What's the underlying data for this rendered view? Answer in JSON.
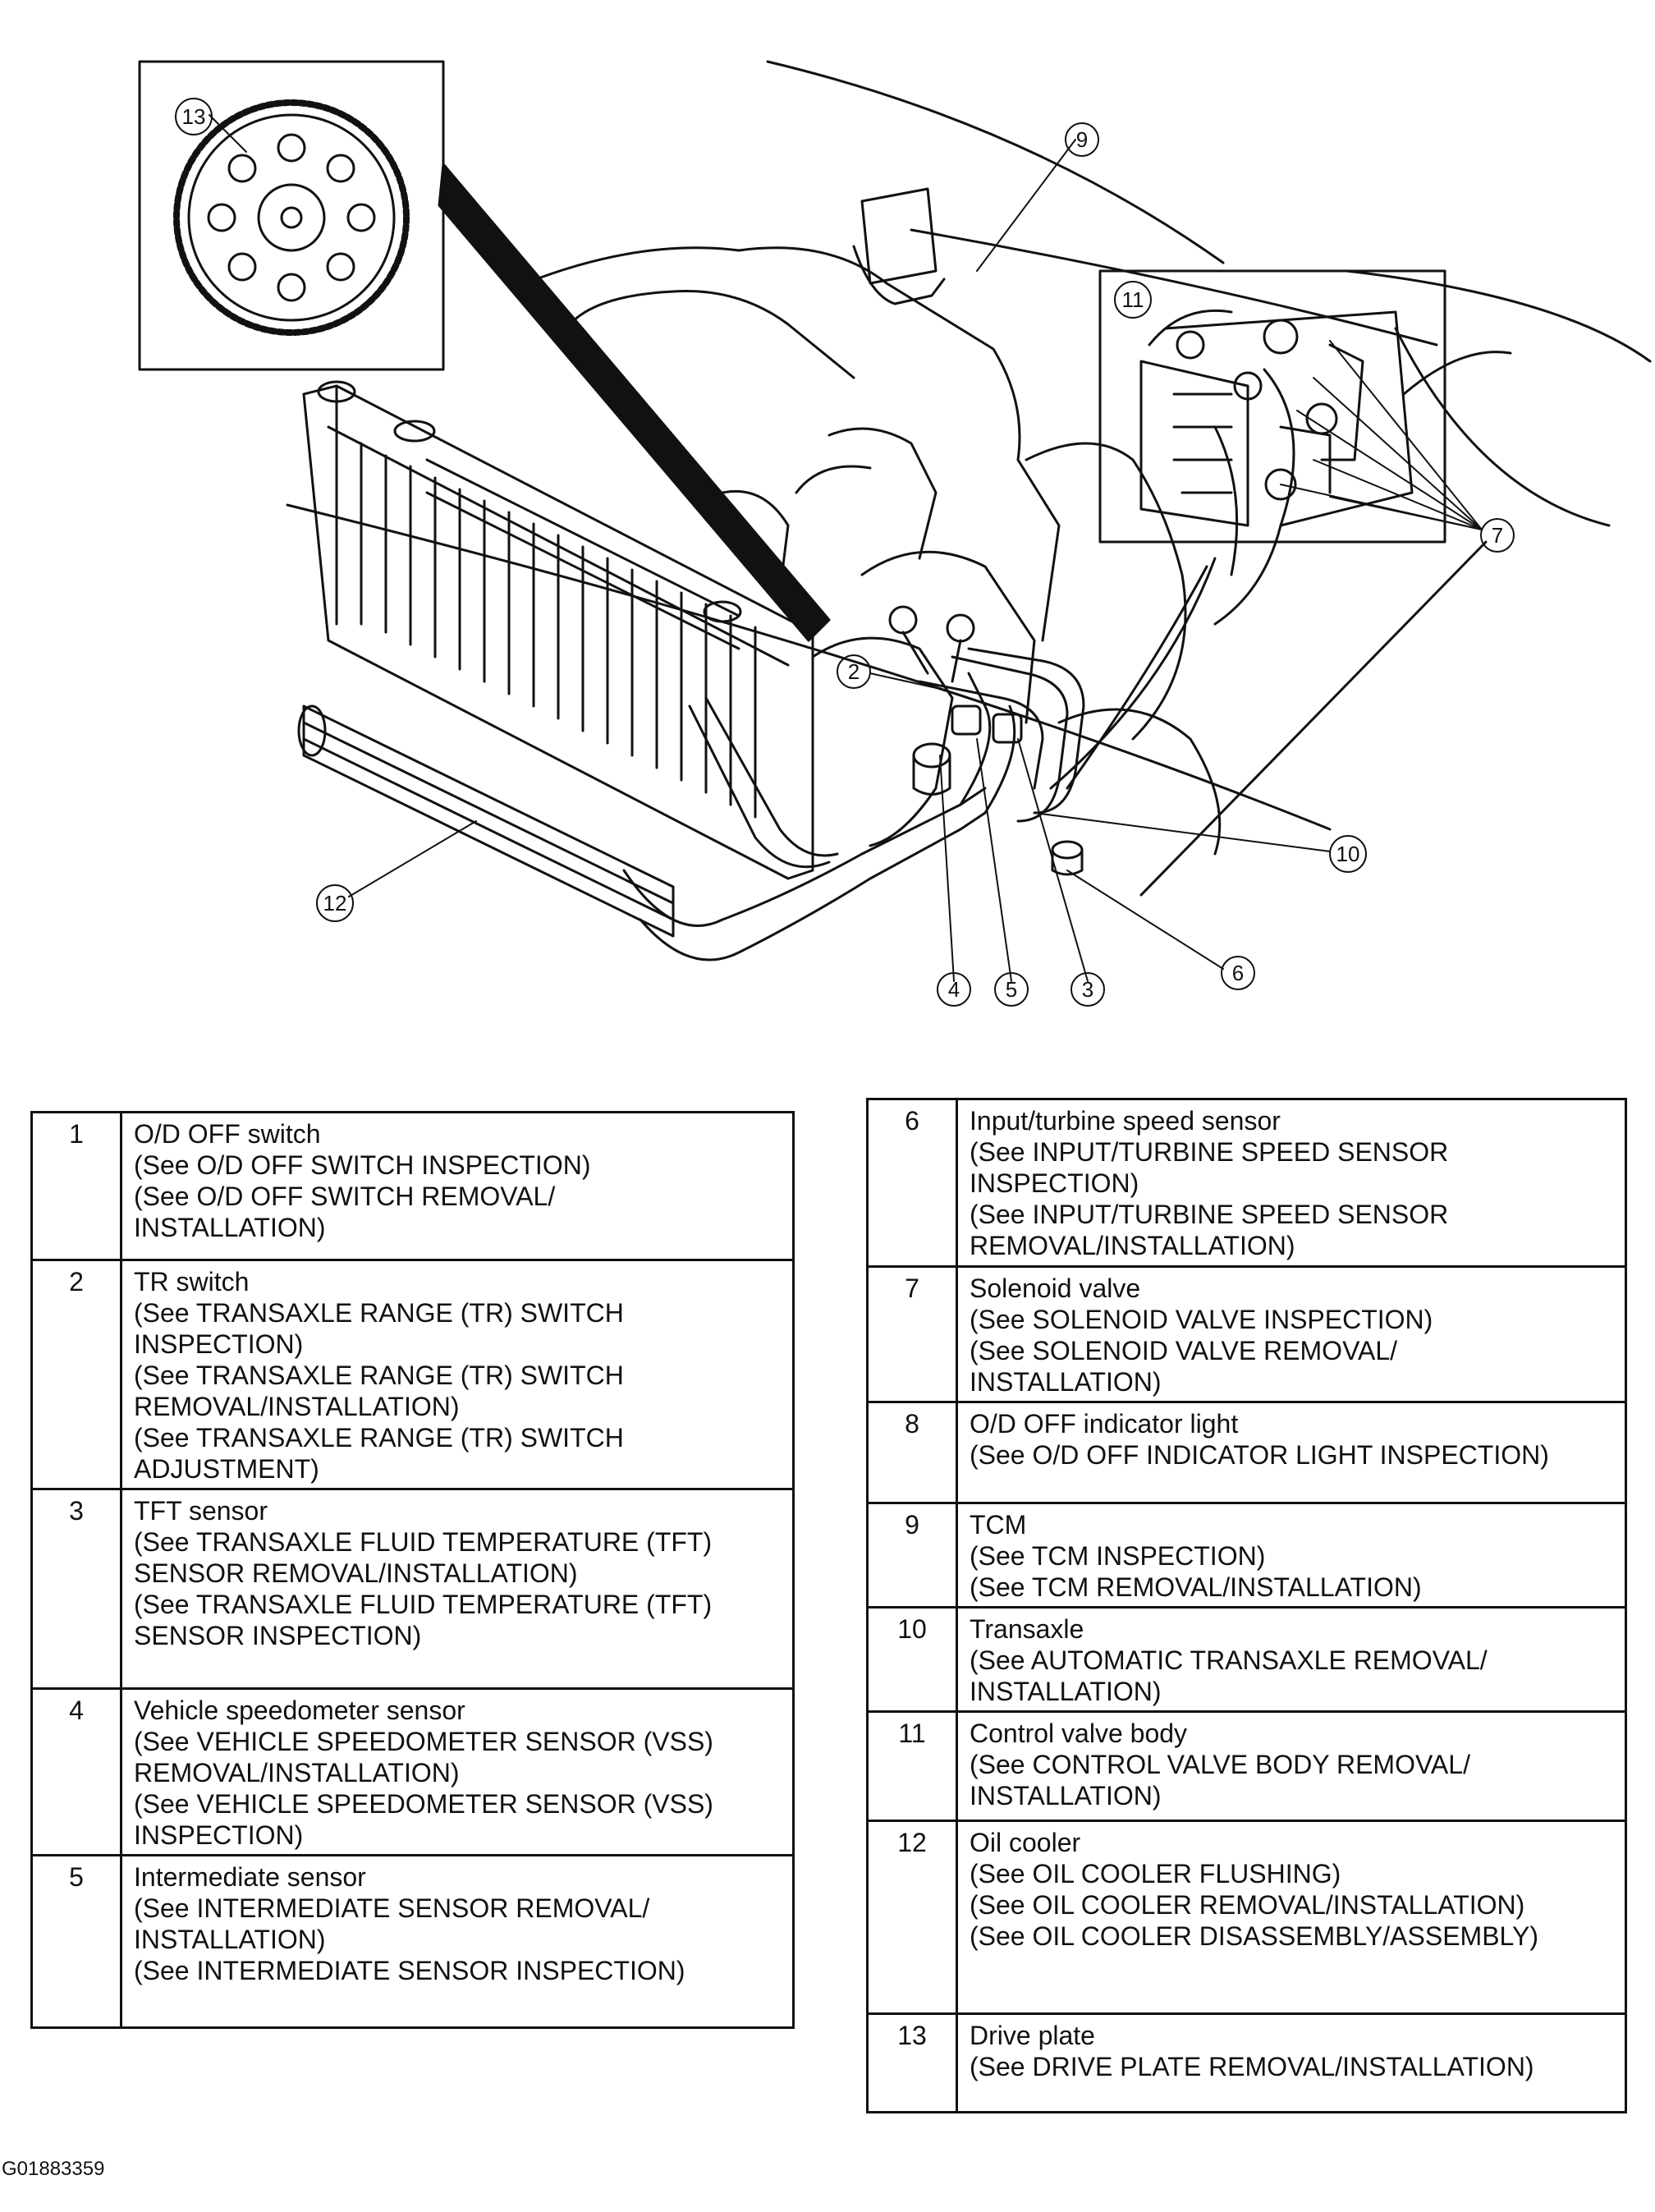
{
  "figure_id": "G01883359",
  "callouts": {
    "c2": "2",
    "c3": "3",
    "c4": "4",
    "c5": "5",
    "c6": "6",
    "c7": "7",
    "c9": "9",
    "c10": "10",
    "c11": "11",
    "c12": "12",
    "c13": "13"
  },
  "legend_left": [
    {
      "num": "1",
      "lines": [
        "O/D OFF switch",
        "(See O/D OFF SWITCH INSPECTION)",
        "(See O/D OFF SWITCH REMOVAL/",
        "INSTALLATION)"
      ]
    },
    {
      "num": "2",
      "lines": [
        "TR switch",
        "(See TRANSAXLE RANGE (TR) SWITCH",
        "INSPECTION)",
        "(See TRANSAXLE RANGE (TR) SWITCH",
        "REMOVAL/INSTALLATION)",
        "(See TRANSAXLE RANGE (TR) SWITCH",
        "ADJUSTMENT)"
      ]
    },
    {
      "num": "3",
      "lines": [
        "TFT sensor",
        "(See TRANSAXLE FLUID TEMPERATURE (TFT)",
        "SENSOR REMOVAL/INSTALLATION)",
        "(See TRANSAXLE FLUID TEMPERATURE (TFT)",
        "SENSOR INSPECTION)"
      ]
    },
    {
      "num": "4",
      "lines": [
        "Vehicle speedometer sensor",
        "(See VEHICLE SPEEDOMETER SENSOR (VSS)",
        "REMOVAL/INSTALLATION)",
        "(See VEHICLE SPEEDOMETER SENSOR (VSS)",
        "INSPECTION)"
      ]
    },
    {
      "num": "5",
      "lines": [
        "Intermediate sensor",
        "(See INTERMEDIATE SENSOR REMOVAL/",
        "INSTALLATION)",
        "(See INTERMEDIATE SENSOR INSPECTION)"
      ]
    }
  ],
  "legend_right": [
    {
      "num": "6",
      "lines": [
        "Input/turbine speed sensor",
        "(See INPUT/TURBINE SPEED SENSOR",
        "INSPECTION)",
        "(See INPUT/TURBINE SPEED SENSOR",
        "REMOVAL/INSTALLATION)"
      ]
    },
    {
      "num": "7",
      "lines": [
        "Solenoid valve",
        "(See SOLENOID VALVE INSPECTION)",
        "(See SOLENOID VALVE REMOVAL/",
        "INSTALLATION)"
      ]
    },
    {
      "num": "8",
      "lines": [
        "O/D OFF indicator light",
        "(See O/D OFF INDICATOR LIGHT INSPECTION)"
      ]
    },
    {
      "num": "9",
      "lines": [
        "TCM",
        "(See TCM INSPECTION)",
        "(See TCM REMOVAL/INSTALLATION)"
      ]
    },
    {
      "num": "10",
      "lines": [
        "Transaxle",
        "(See AUTOMATIC TRANSAXLE REMOVAL/",
        "INSTALLATION)"
      ]
    },
    {
      "num": "11",
      "lines": [
        "Control valve body",
        "(See CONTROL VALVE BODY REMOVAL/",
        "INSTALLATION)"
      ]
    },
    {
      "num": "12",
      "lines": [
        "Oil cooler",
        "(See OIL COOLER FLUSHING)",
        "(See OIL COOLER REMOVAL/INSTALLATION)",
        "(See OIL COOLER DISASSEMBLY/ASSEMBLY)"
      ]
    },
    {
      "num": "13",
      "lines": [
        "Drive plate",
        "(See DRIVE PLATE REMOVAL/INSTALLATION)"
      ]
    }
  ]
}
